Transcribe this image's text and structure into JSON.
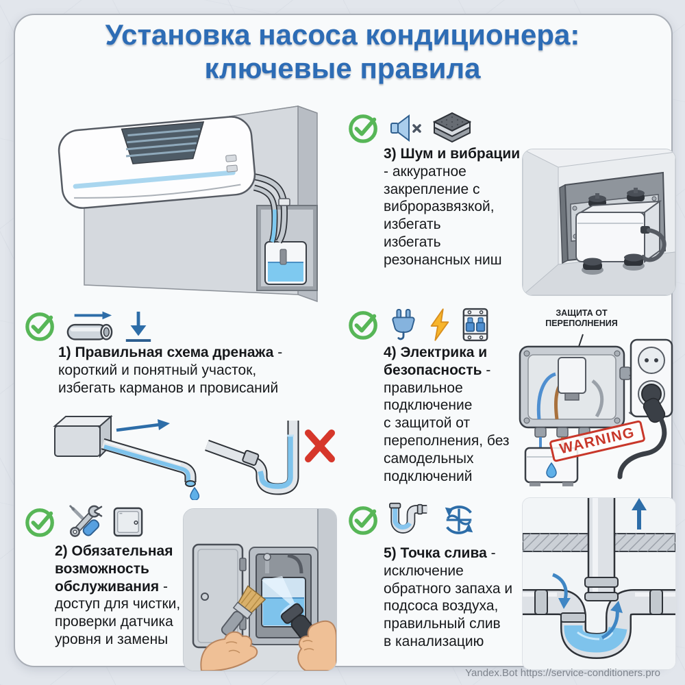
{
  "title": {
    "text": "Установка насоса кондиционера:\nключевые правила"
  },
  "sections": [
    {
      "number": "1",
      "heading": "1) Правильная схема дренажа",
      "body": " -\nкороткий и понятный участок,\nизбегать карманов и провисаний",
      "icons": [
        "check-circle",
        "drain-pipe",
        "slope-arrow"
      ]
    },
    {
      "number": "2",
      "heading": "2) Обязательная\nвозможность\nобслуживания",
      "body": " -\nдоступ для чистки,\nпроверки датчика\nуровня и замены",
      "icons": [
        "check-circle",
        "tools",
        "access-panel"
      ]
    },
    {
      "number": "3",
      "heading": "3) Шум и вибрации",
      "body": "\n- аккуратное\nзакрепление с\nвиброразвязкой,\nизбегать\nизбегать\nрезонансных ниш",
      "icons": [
        "check-circle",
        "muted-speaker",
        "vibration-pad"
      ]
    },
    {
      "number": "4",
      "heading": "4) Электрика и\nбезопасность",
      "body": " -\nправильное\nподключение\nс защитой от\nпереполнения, без\nсамодельных\nподключений",
      "icons": [
        "check-circle",
        "plug",
        "lightning",
        "circuit-breaker"
      ]
    },
    {
      "number": "5",
      "heading": "5) Точка слива",
      "body": " -\nисключение\nобратного запаха и\nподсоса воздуха,\nправильный слив\nв канализацию",
      "icons": [
        "check-circle",
        "p-trap",
        "air-circulation"
      ]
    }
  ],
  "illustration_labels": {
    "overflow_protection": "ЗАЩИТА ОТ\nПЕРЕПОЛНЕНИЯ",
    "warning": "WARNING"
  },
  "footer": {
    "credit": "Yandex.Bot https://service-conditioners.pro"
  },
  "colors": {
    "title_blue": "#2d6cb5",
    "check_green": "#57b657",
    "arrow_blue": "#2d6da8",
    "water_blue": "#7ec3ec",
    "error_red": "#d6372b",
    "warning_red": "#c8372a"
  }
}
